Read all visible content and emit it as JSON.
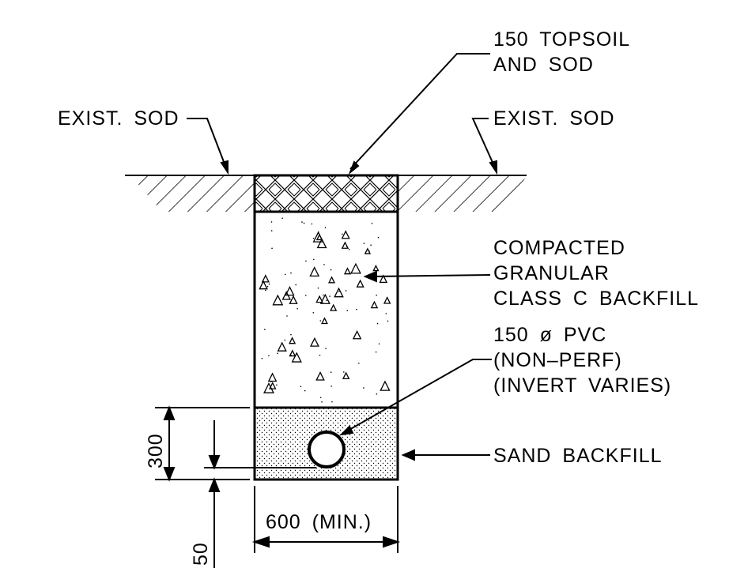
{
  "labels": {
    "topsoil_line1": "150 TOPSOIL",
    "topsoil_line2": "AND SOD",
    "exist_sod_left": "EXIST. SOD",
    "exist_sod_right": "EXIST. SOD",
    "granular_line1": "COMPACTED",
    "granular_line2": "GRANULAR",
    "granular_line3": "CLASS C BACKFILL",
    "pvc_line1": "150 ø PVC",
    "pvc_line2": "(NON–PERF)",
    "pvc_line3": "(INVERT VARIES)",
    "sand_backfill": "SAND BACKFILL"
  },
  "dimensions": {
    "sand_depth": "300",
    "pipe_offset": "50",
    "trench_width": "600 (MIN.)"
  }
}
